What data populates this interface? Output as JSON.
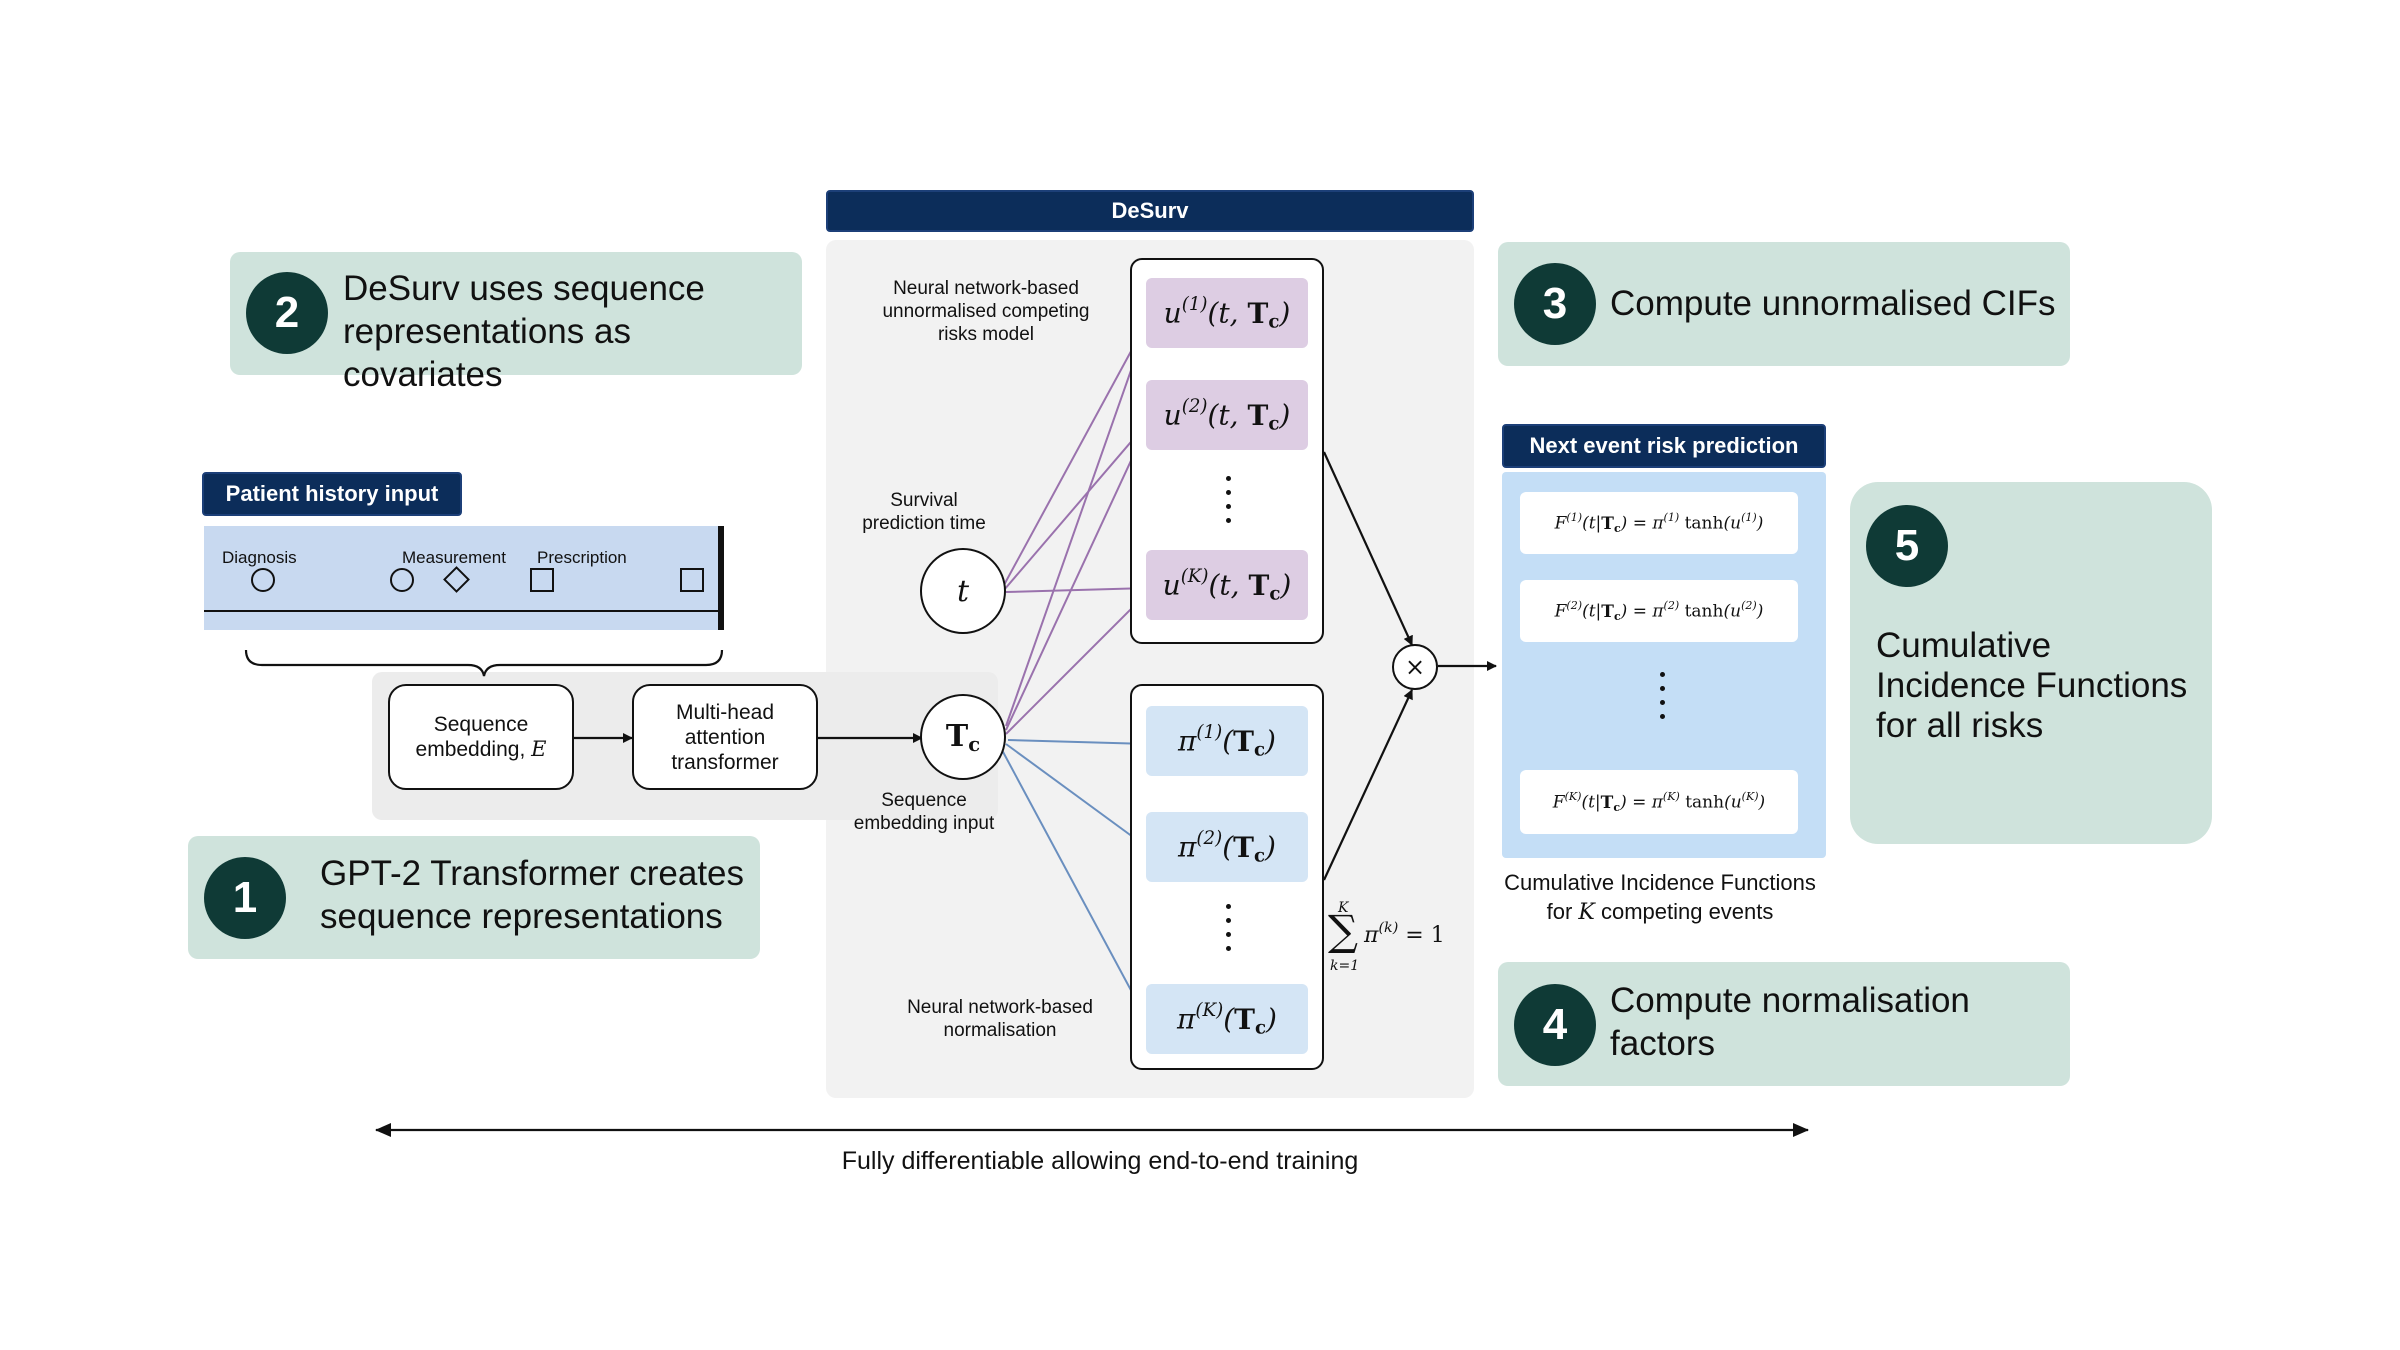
{
  "steps": {
    "s1": {
      "num": "1",
      "text": "GPT-2 Transformer creates sequence representations"
    },
    "s2": {
      "num": "2",
      "text": "DeSurv uses sequence representations as covariates"
    },
    "s3": {
      "num": "3",
      "text": "Compute unnormalised CIFs"
    },
    "s4": {
      "num": "4",
      "text": "Compute normalisation factors"
    },
    "s5": {
      "num": "5",
      "text": "Cumulative Incidence Functions for all risks"
    }
  },
  "headers": {
    "desurv": "DeSurv",
    "patient_history": "Patient history input",
    "next_event": "Next event risk prediction"
  },
  "patient_history": {
    "diagnosis": "Diagnosis",
    "measurement": "Measurement",
    "prescription": "Prescription"
  },
  "nodes": {
    "seq_embedding": "Sequence embedding, ",
    "seq_embedding_symbol": "E",
    "mha_transformer": "Multi-head attention transformer",
    "t_symbol": "t",
    "tc_symbol": "T",
    "tc_sub": "c"
  },
  "labels": {
    "nn_competing": "Neural network-based unnormalised competing risks model",
    "survival_time": "Survival prediction time",
    "seq_embedding_input": "Sequence embedding input",
    "nn_normalisation": "Neural network-based normalisation",
    "cif_caption_1": "Cumulative Incidence Functions",
    "cif_caption_2_pre": "for ",
    "cif_caption_2_sym": "K",
    "cif_caption_2_post": " competing events",
    "bottom_arrow": "Fully differentiable allowing end-to-end training",
    "multiply": "×"
  },
  "formulas": {
    "u_sups": [
      "(1)",
      "(2)",
      "(K)"
    ],
    "pi_sups": [
      "(1)",
      "(2)",
      "(K)"
    ],
    "f_sups": [
      "(1)",
      "(2)",
      "(K)"
    ],
    "sum_top": "K",
    "sum_bottom": "k=1",
    "sum_body_sup": "(k)",
    "sum_rhs": "= 1"
  },
  "colors": {
    "step_bg": "#cfe3dc",
    "step_circle": "#0f3a36",
    "header_bg": "#0c2d5a",
    "u_bg": "#ddcde3",
    "pi_bg": "#d4e5f5",
    "panel_bg": "#f2f2f2",
    "purple_arrow": "#9a72ad",
    "blue_arrow": "#6a8fbf"
  }
}
